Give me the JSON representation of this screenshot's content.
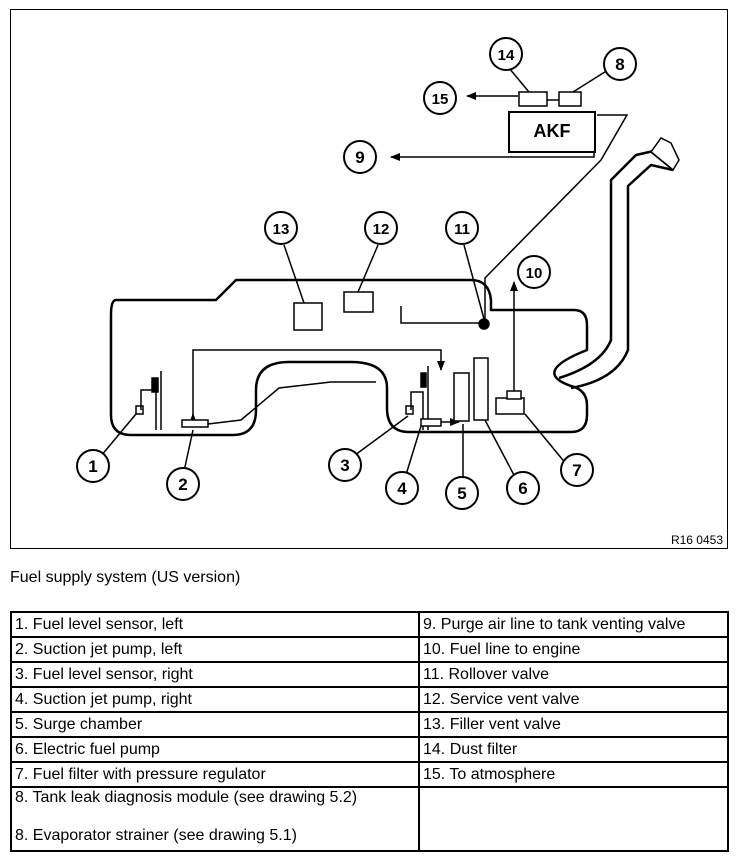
{
  "diagram": {
    "akf_label": "AKF",
    "figure_code": "R16 0453",
    "callouts": [
      "1",
      "2",
      "3",
      "4",
      "5",
      "6",
      "7",
      "8",
      "9",
      "10",
      "11",
      "12",
      "13",
      "14",
      "15"
    ]
  },
  "caption": "Fuel supply system (US version)",
  "legend": {
    "left": [
      "1. Fuel level sensor, left",
      "2. Suction jet pump, left",
      "3. Fuel level sensor, right",
      "4. Suction jet pump, right",
      "5. Surge chamber",
      "6. Electric fuel pump",
      "7. Fuel filter with pressure regulator",
      "8. Tank leak diagnosis module (see drawing 5.2)",
      "8. Evaporator strainer (see drawing 5.1)"
    ],
    "right": [
      "9. Purge air line to tank venting valve",
      "10. Fuel line to engine",
      "11. Rollover valve",
      "12. Service vent valve",
      "13. Filler vent valve",
      "14. Dust filter",
      "15. To atmosphere"
    ]
  }
}
